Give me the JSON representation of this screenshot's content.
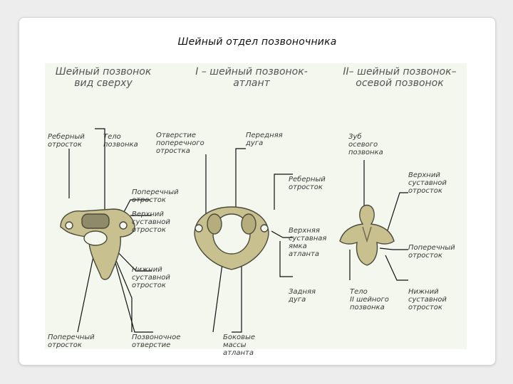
{
  "title": "Шейный отдел позвоночника",
  "headings": [
    [
      "Шейный позвонок",
      "вид сверху"
    ],
    [
      "I – шейный позвонок-",
      "атлант"
    ],
    [
      "II– шейный позвонок–",
      "осевой позвонок"
    ]
  ],
  "labels": {
    "rib_process_1": [
      "Реберный",
      "отросток"
    ],
    "body": [
      "Тело",
      "позвонка"
    ],
    "transverse_foramen": [
      "Отверстие",
      "поперечного",
      "отростка"
    ],
    "anterior_arch": [
      "Передняя",
      "дуга"
    ],
    "dens": [
      "Зуб",
      "осевого",
      "позвонка"
    ],
    "rib_process_2": [
      "Реберный",
      "отросток"
    ],
    "transverse_process_1": [
      "Поперечный",
      "отросток"
    ],
    "superior_articular_1": [
      "Верхний",
      "суставной",
      "отросток"
    ],
    "superior_articular_fossa": [
      "Верхняя",
      "суставная",
      "ямка",
      "атланта"
    ],
    "superior_articular_2": [
      "Верхний",
      "суставной",
      "отросток"
    ],
    "transverse_process_2": [
      "Поперечный",
      "отросток"
    ],
    "inferior_articular_1": [
      "Нижний",
      "суставной",
      "отросток"
    ],
    "posterior_arch": [
      "Задняя",
      "дуга"
    ],
    "body_c2": [
      "Тело",
      "II шейного",
      "позвонка"
    ],
    "inferior_articular_2": [
      "Нижний",
      "суставной",
      "отросток"
    ],
    "transverse_process_3": [
      "Поперечный",
      "отросток"
    ],
    "vertebral_foramen": [
      "Позвоночное",
      "отверстие"
    ],
    "lateral_masses": [
      "Боковые",
      "массы",
      "атланта"
    ]
  }
}
